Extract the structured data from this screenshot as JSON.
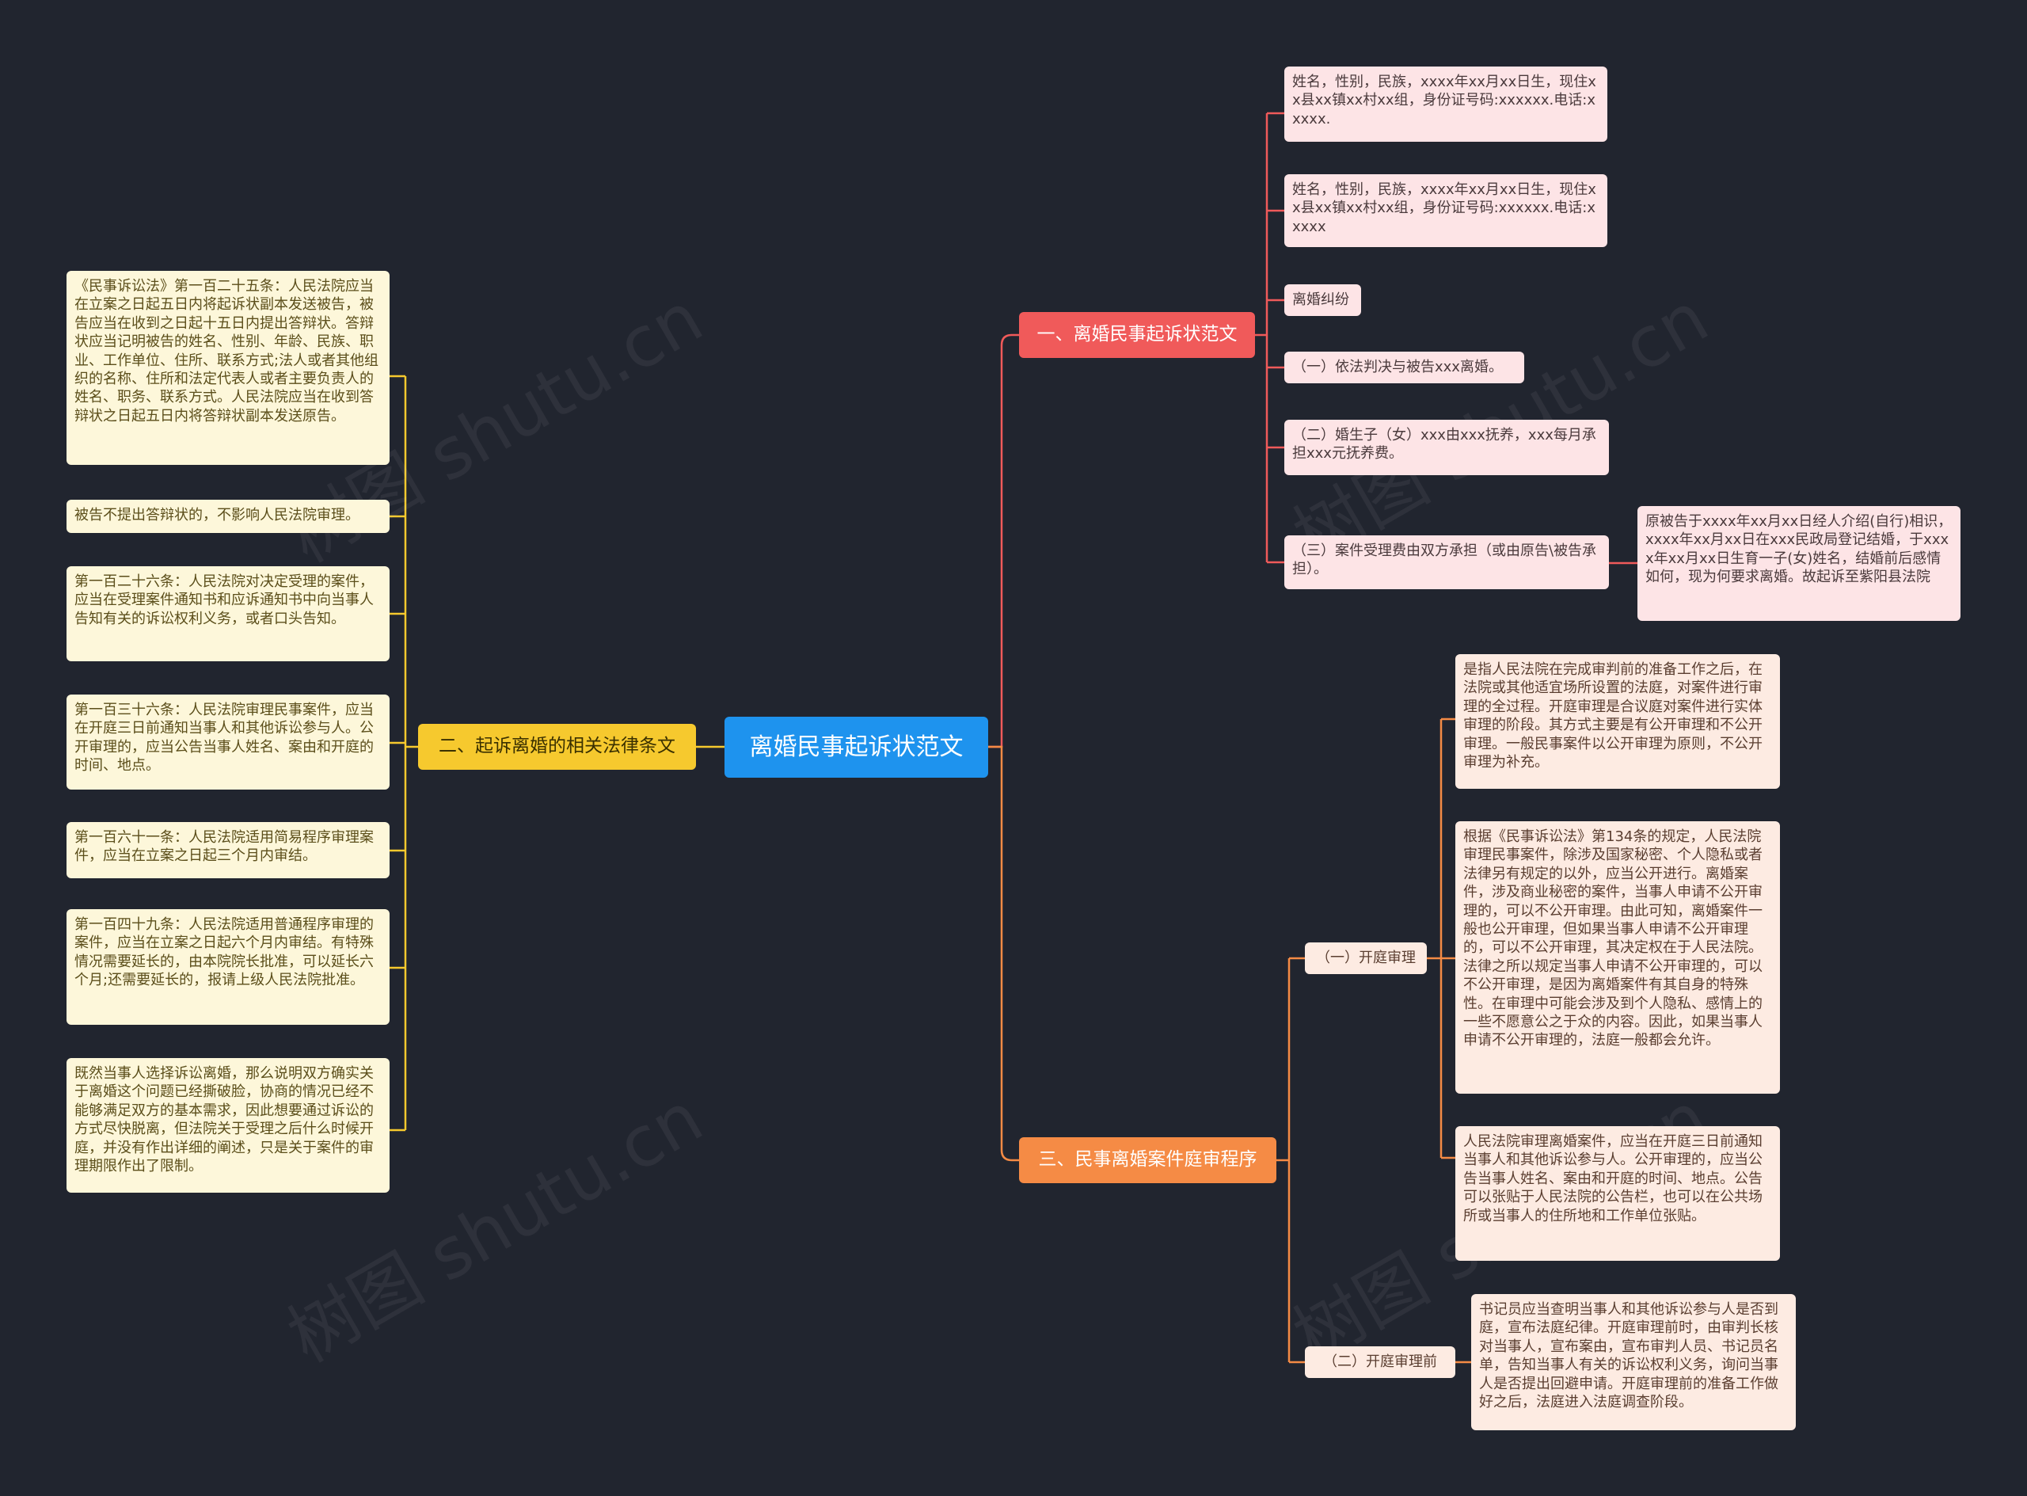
{
  "root": "离婚民事起诉状范文",
  "watermark": "树图 shutu.cn",
  "branch1": {
    "label": "一、离婚民事起诉状范文",
    "items": [
      "姓名，性别，民族，xxxx年xx月xx日生，现住xx县xx镇xx村xx组，身份证号码:xxxxxx.电话:xxxxx.",
      "姓名，性别，民族，xxxx年xx月xx日生，现住xx县xx镇xx村xx组，身份证号码:xxxxxx.电话:xxxxx",
      "离婚纠纷",
      "（一）依法判决与被告xxx离婚。",
      "（二）婚生子（女）xxx由xxx抚养，xxx每月承担xxx元抚养费。",
      "（三）案件受理费由双方承担（或由原告\\被告承担）。"
    ],
    "extra": "原被告于xxxx年xx月xx日经人介绍(自行)相识，xxxx年xx月xx日在xxx民政局登记结婚，于xxxx年xx月xx日生育一子(女)姓名，结婚前后感情如何，现为何要求离婚。故起诉至紫阳县法院"
  },
  "branch2": {
    "label": "二、起诉离婚的相关法律条文",
    "items": [
      "《民事诉讼法》第一百二十五条：人民法院应当在立案之日起五日内将起诉状副本发送被告，被告应当在收到之日起十五日内提出答辩状。答辩状应当记明被告的姓名、性别、年龄、民族、职业、工作单位、住所、联系方式;法人或者其他组织的名称、住所和法定代表人或者主要负责人的姓名、职务、联系方式。人民法院应当在收到答辩状之日起五日内将答辩状副本发送原告。",
      "被告不提出答辩状的，不影响人民法院审理。",
      "第一百二十六条：人民法院对决定受理的案件，应当在受理案件通知书和应诉通知书中向当事人告知有关的诉讼权利义务，或者口头告知。",
      "第一百三十六条：人民法院审理民事案件，应当在开庭三日前通知当事人和其他诉讼参与人。公开审理的，应当公告当事人姓名、案由和开庭的时间、地点。",
      "第一百六十一条：人民法院适用简易程序审理案件，应当在立案之日起三个月内审结。",
      "第一百四十九条：人民法院适用普通程序审理的案件，应当在立案之日起六个月内审结。有特殊情况需要延长的，由本院院长批准，可以延长六个月;还需要延长的，报请上级人民法院批准。",
      "既然当事人选择诉讼离婚，那么说明双方确实关于离婚这个问题已经撕破脸，协商的情况已经不能够满足双方的基本需求，因此想要通过诉讼的方式尽快脱离，但法院关于受理之后什么时候开庭，并没有作出详细的阐述，只是关于案件的审理期限作出了限制。"
    ]
  },
  "branch3": {
    "label": "三、民事离婚案件庭审程序",
    "sub1": {
      "label": "（一）开庭审理",
      "items": [
        "是指人民法院在完成审判前的准备工作之后，在法院或其他适宜场所设置的法庭，对案件进行审理的全过程。开庭审理是合议庭对案件进行实体审理的阶段。其方式主要是有公开审理和不公开审理。一般民事案件以公开审理为原则，不公开审理为补充。",
        "根据《民事诉讼法》第134条的规定，人民法院审理民事案件，除涉及国家秘密、个人隐私或者法律另有规定的以外，应当公开进行。离婚案件，涉及商业秘密的案件，当事人申请不公开审理的，可以不公开审理。由此可知，离婚案件一般也公开审理，但如果当事人申请不公开审理的，可以不公开审理，其决定权在于人民法院。法律之所以规定当事人申请不公开审理的，可以不公开审理，是因为离婚案件有其自身的特殊性。在审理中可能会涉及到个人隐私、感情上的一些不愿意公之于众的内容。因此，如果当事人申请不公开审理的，法庭一般都会允许。",
        "人民法院审理离婚案件，应当在开庭三日前通知当事人和其他诉讼参与人。公开审理的，应当公告当事人姓名、案由和开庭的时间、地点。公告可以张贴于人民法院的公告栏，也可以在公共场所或当事人的住所地和工作单位张贴。"
      ]
    },
    "sub2": {
      "label": "（二）开庭审理前",
      "items": [
        "书记员应当查明当事人和其他诉讼参与人是否到庭，宣布法庭纪律。开庭审理前时，由审判长核对当事人，宣布案由，宣布审判人员、书记员名单，告知当事人有关的诉讼权利义务，询问当事人是否提出回避申请。开庭审理前的准备工作做好之后，法庭进入法庭调查阶段。"
      ]
    }
  },
  "colors": {
    "background": "#21252f",
    "root": "#1e93ee",
    "branch1": "#f05a5a",
    "branch2": "#f6c92e",
    "branch3": "#f58b45"
  }
}
